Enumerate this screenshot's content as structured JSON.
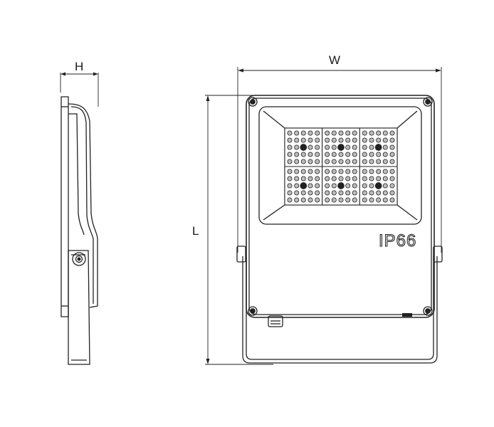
{
  "dimensions": {
    "height_label": "H",
    "width_label": "W",
    "length_label": "L"
  },
  "rating_label": "IP66",
  "led_module": {
    "columns": 3,
    "rows": 2
  },
  "colors": {
    "line": "#222222",
    "led_fill": "#bdbdbd",
    "panel_fill": "#ffffff"
  }
}
